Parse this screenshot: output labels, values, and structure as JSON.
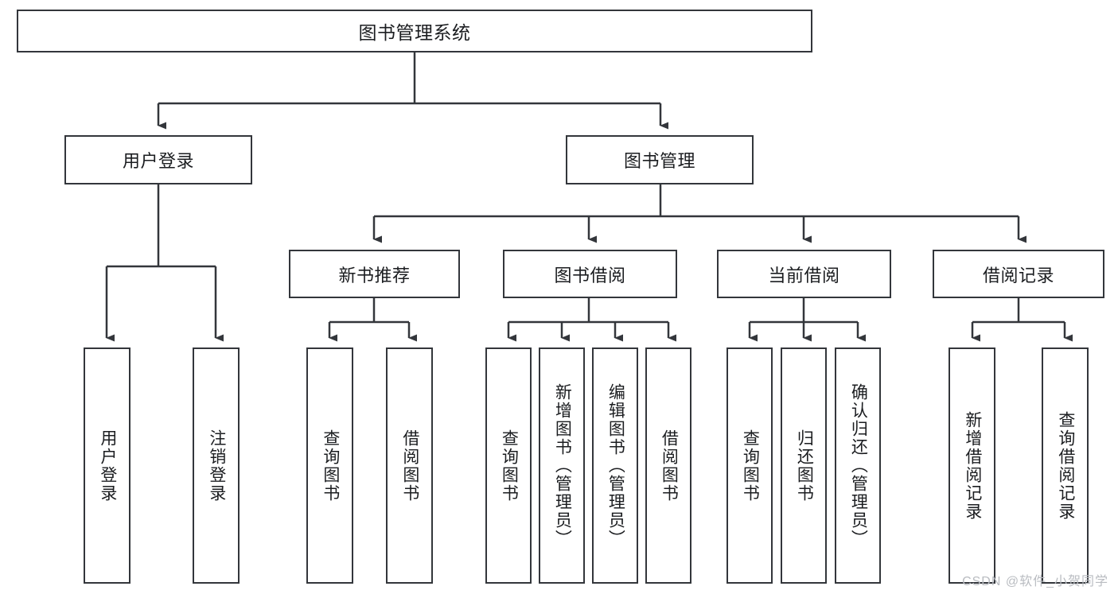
{
  "diagram": {
    "title": "图书管理系统",
    "root": {
      "label": "图书管理系统"
    },
    "level2": [
      {
        "label": "用户登录"
      },
      {
        "label": "图书管理"
      }
    ],
    "level3": [
      {
        "label": "新书推荐"
      },
      {
        "label": "图书借阅"
      },
      {
        "label": "当前借阅"
      },
      {
        "label": "借阅记录"
      }
    ],
    "leaves": {
      "user_login": [
        {
          "label": "用户登录"
        },
        {
          "label": "注销登录"
        }
      ],
      "new_book": [
        {
          "label": "查询图书"
        },
        {
          "label": "借阅图书"
        }
      ],
      "book_borrow": [
        {
          "label": "查询图书"
        },
        {
          "label": "新增图书（管理员）"
        },
        {
          "label": "编辑图书（管理员）"
        },
        {
          "label": "借阅图书"
        }
      ],
      "current_borrow": [
        {
          "label": "查询图书"
        },
        {
          "label": "归还图书"
        },
        {
          "label": "确认归还（管理员）"
        }
      ],
      "borrow_record": [
        {
          "label": "新增借阅记录"
        },
        {
          "label": "查询借阅记录"
        }
      ]
    },
    "watermark": "CSDN @软件_小贺同学",
    "colors": {
      "stroke": "#33363b",
      "text": "#1b1d20",
      "background": "#ffffff",
      "watermark": "#b9bcc1"
    }
  }
}
